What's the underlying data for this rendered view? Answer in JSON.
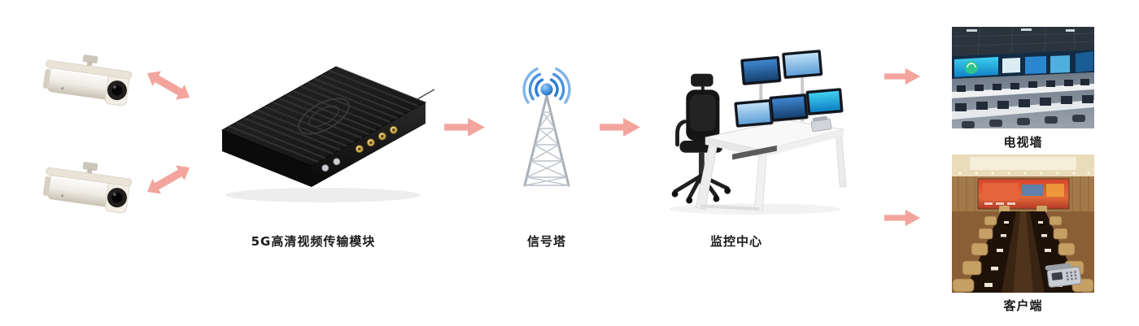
{
  "page": {
    "background": "#ffffff"
  },
  "labels": {
    "module": "5G高清视频传输模块",
    "tower": "信号塔",
    "monitor_center": "监控中心",
    "tv_wall": "电视墙",
    "client": "客户端"
  },
  "colors": {
    "arrow": "#f3a59d",
    "label_text": "#1a1a1a",
    "tower_blue": "#2b7bd0",
    "module_black": "#161616"
  },
  "icons": {
    "camera_top": "cctv-camera-icon",
    "camera_bottom": "cctv-camera-icon",
    "module": "5g-transmission-module-icon",
    "tower": "signal-tower-icon",
    "monitor_center": "monitoring-desk-icon",
    "tv_wall": "control-room-photo",
    "client": "conference-room-photo",
    "arrow_top_left": "bidirectional-arrow-icon",
    "arrow_bottom_left": "bidirectional-arrow-icon",
    "arrow_module_tower": "right-arrow-icon",
    "arrow_tower_center": "right-arrow-icon",
    "arrow_center_tvwall": "right-arrow-icon",
    "arrow_center_client": "right-arrow-icon"
  }
}
